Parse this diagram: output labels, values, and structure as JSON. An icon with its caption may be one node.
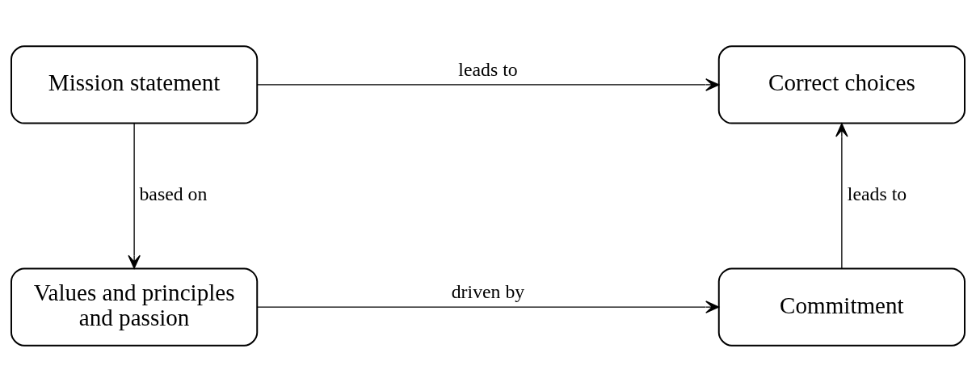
{
  "diagram": {
    "nodes": [
      {
        "text": [
          "Mission statement"
        ]
      },
      {
        "text": [
          "Correct choices"
        ]
      },
      {
        "text": [
          "Values and principles and passion"
        ]
      },
      {
        "text": [
          "Commitment"
        ]
      }
    ],
    "edges": [
      {
        "from": 0,
        "to": 1,
        "arrow": "to",
        "label": "leads to"
      },
      {
        "from": 0,
        "to": 2,
        "arrow": "to",
        "label": "based on"
      },
      {
        "from": 2,
        "to": 3,
        "arrow": "to",
        "label": "driven by"
      },
      {
        "from": 3,
        "to": 1,
        "arrow": "to",
        "label": "leads to"
      }
    ]
  }
}
